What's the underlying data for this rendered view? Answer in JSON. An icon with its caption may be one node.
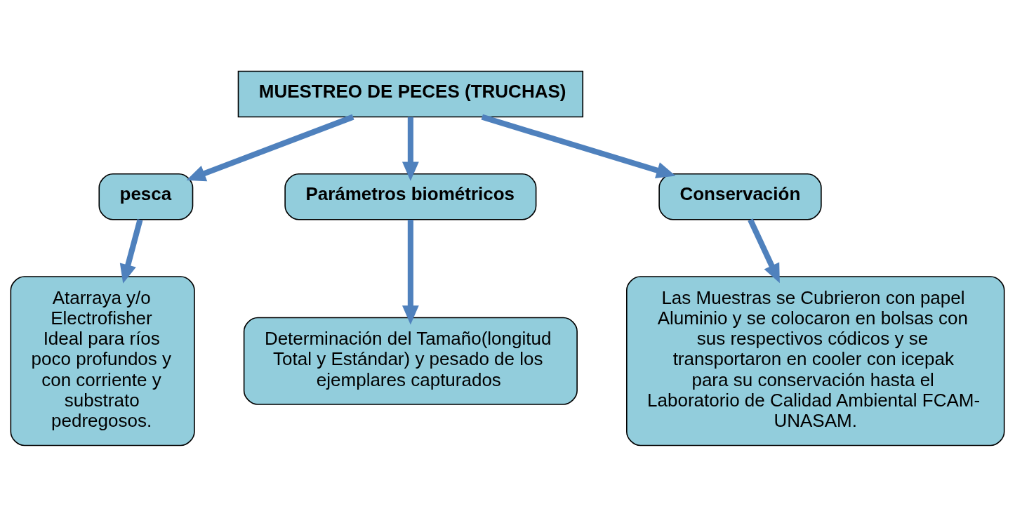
{
  "diagram": {
    "nodes": [
      {
        "text": [
          "MUESTREO DE PECES (TRUCHAS)"
        ]
      },
      {
        "text": [
          "pesca"
        ]
      },
      {
        "text": [
          "Parámetros biométricos"
        ]
      },
      {
        "text": [
          "Conservación"
        ]
      },
      {
        "text": [
          "Atarraya y/o Electrofisher Ideal para ríos poco profundos y con corriente y substrato pedregosos."
        ]
      },
      {
        "text": [
          "Determinación del Tamaño(longitud Total y Estándar) y pesado de los ejemplares capturados"
        ]
      },
      {
        "text": [
          "Las Muestras se Cubrieron con papel Aluminio y se colocaron en bolsas con sus respectivos códicos y se transportaron en cooler con icepak para su conservación hasta el Laboratorio de Calidad Ambiental FCAM-UNASAM."
        ]
      }
    ],
    "edges": [
      {
        "from": 0,
        "to": 1,
        "arrow": "to"
      },
      {
        "from": 0,
        "to": 2,
        "arrow": "to"
      },
      {
        "from": 0,
        "to": 3,
        "arrow": "to"
      },
      {
        "from": 1,
        "to": 4,
        "arrow": "to"
      },
      {
        "from": 2,
        "to": 5,
        "arrow": "to"
      },
      {
        "from": 3,
        "to": 6,
        "arrow": "to"
      }
    ]
  }
}
